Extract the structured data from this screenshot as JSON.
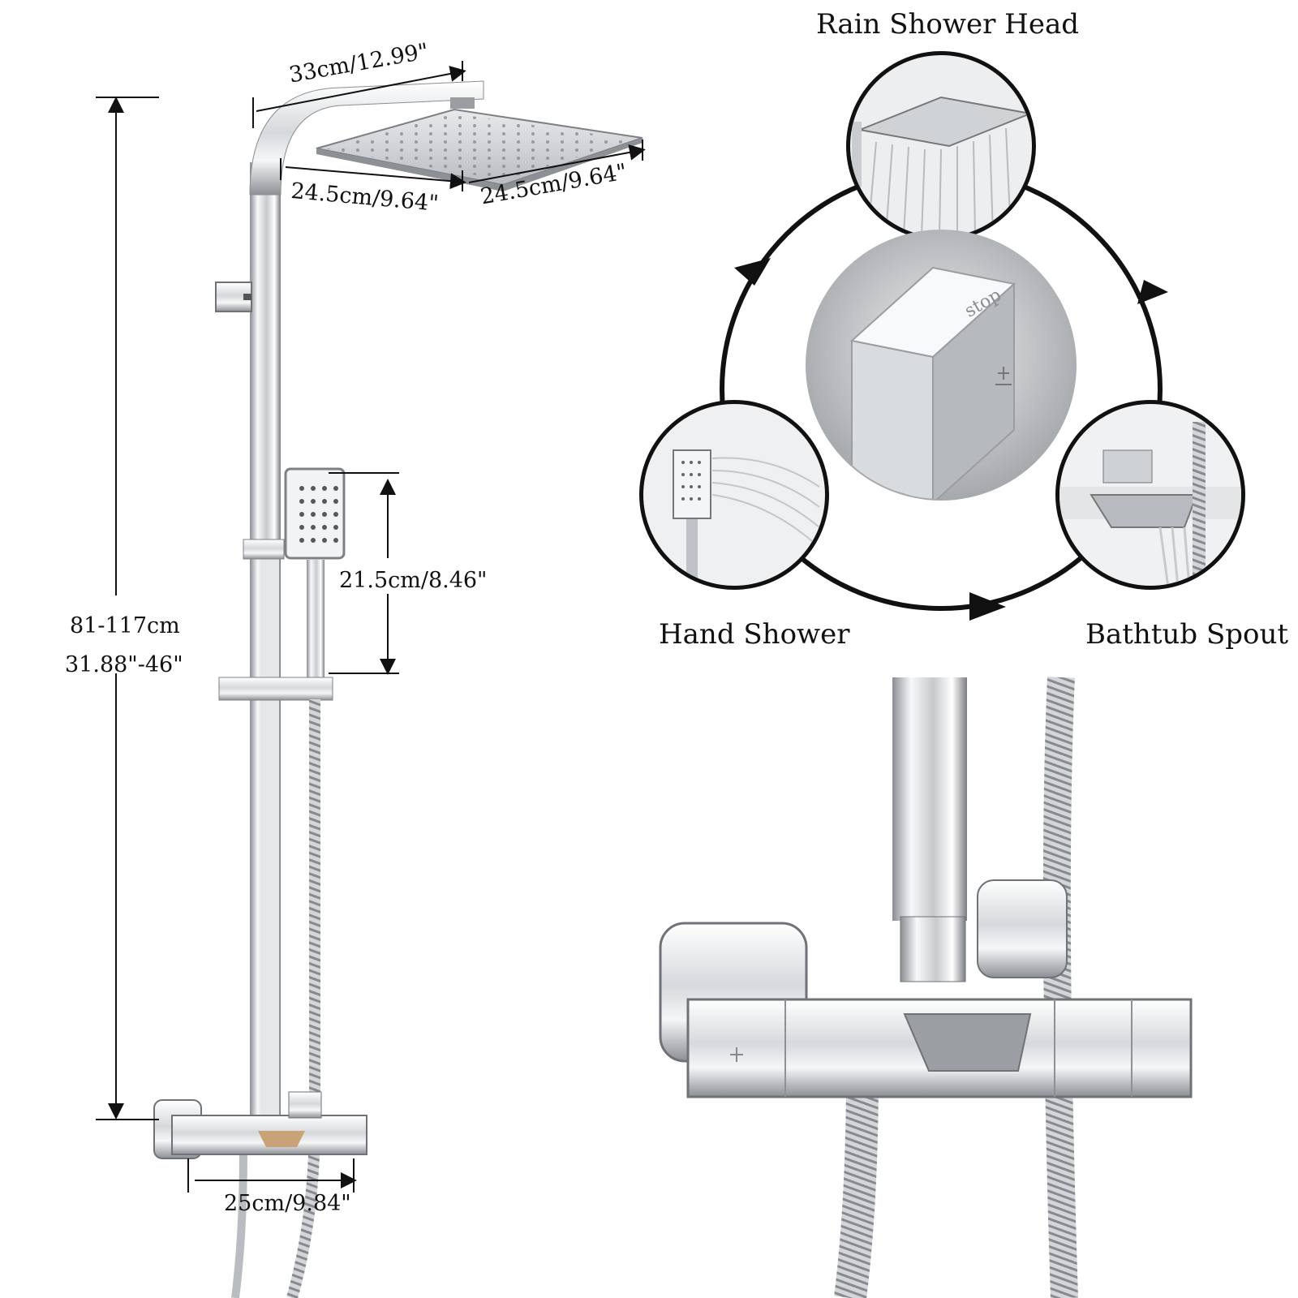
{
  "dimensions": {
    "width_top": "33cm/12.99\"",
    "head_side_left": "24.5cm/9.64\"",
    "head_side_right": "24.5cm/9.64\"",
    "hand_shower_length": "21.5cm/8.46\"",
    "height_cm": "81-117cm",
    "height_in": "31.88\"-46\"",
    "valve_width": "25cm/9.84\""
  },
  "modes": {
    "rain": "Rain Shower Head",
    "hand": "Hand Shower",
    "spout": "Bathtub Spout",
    "selector_text": "stop"
  },
  "colors": {
    "chrome_light": "#f4f5f6",
    "chrome_mid": "#c9ccd0",
    "chrome_dark": "#7d8085",
    "line": "#111111",
    "background": "#ffffff"
  }
}
